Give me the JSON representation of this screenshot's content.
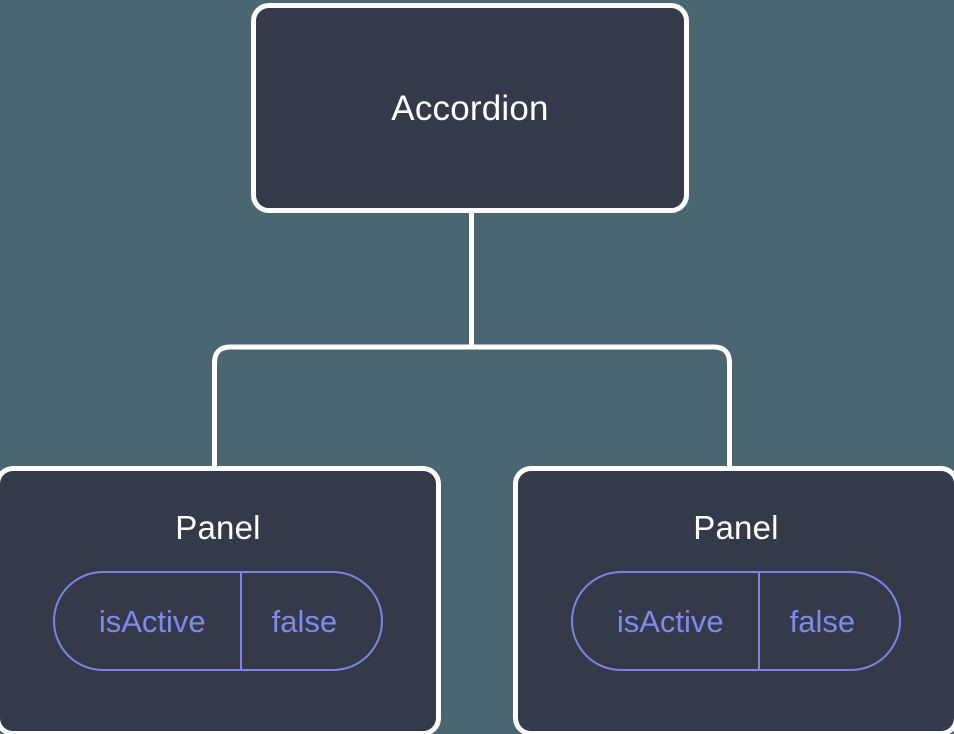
{
  "diagram": {
    "type": "component-tree",
    "background_color": "#4b6670",
    "node_color": "#343a49",
    "node_border_color": "#ffffff",
    "accent_color": "#7c84e8",
    "connector_color": "#ffffff"
  },
  "nodes": {
    "root": {
      "title": "Accordion"
    },
    "children": [
      {
        "title": "Panel",
        "state": {
          "key": "isActive",
          "value": "false"
        }
      },
      {
        "title": "Panel",
        "state": {
          "key": "isActive",
          "value": "false"
        }
      }
    ]
  }
}
